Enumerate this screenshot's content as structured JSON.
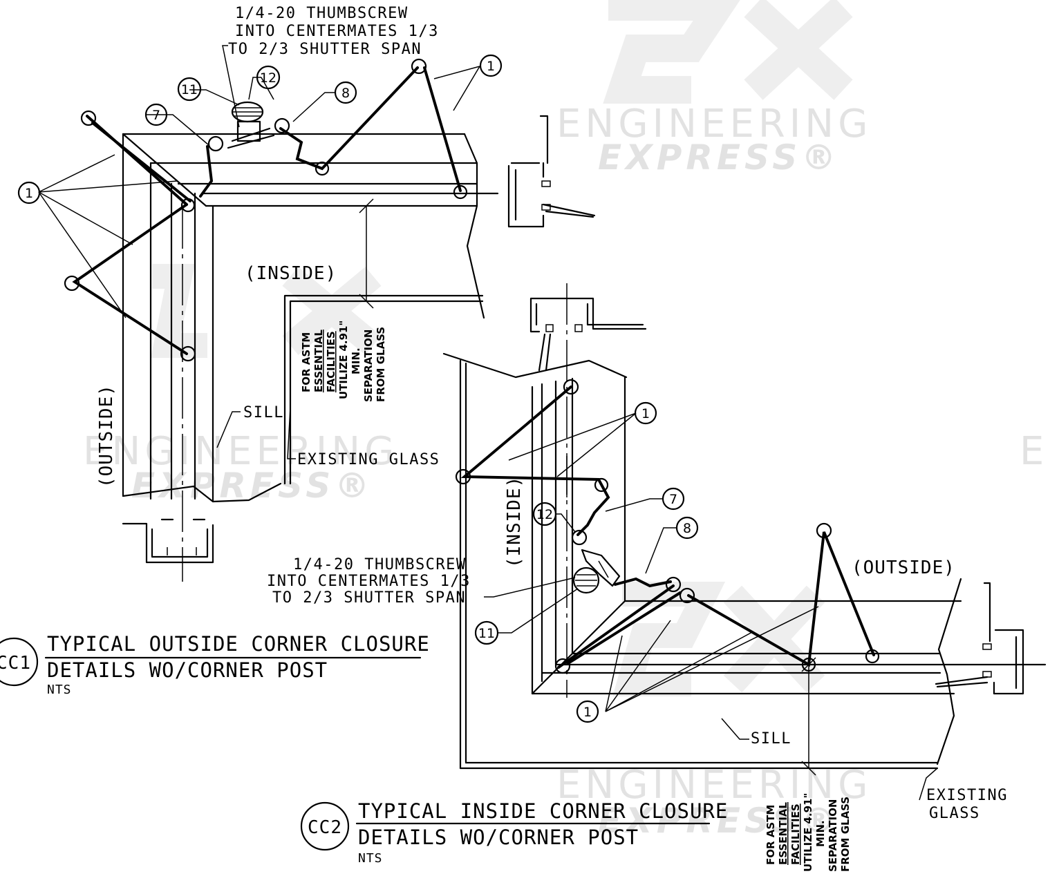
{
  "watermark": {
    "line1": "ENGINEERING",
    "line2": "EXPRESS®",
    "edge": "E"
  },
  "detail_cc1": {
    "tag": "CC1",
    "title_line1": "TYPICAL OUTSIDE CORNER CLOSURE",
    "title_line2": "DETAILS WO/CORNER POST",
    "scale": "NTS",
    "thumbscrew": [
      "1/4-20 THUMBSCREW",
      "INTO CENTERMATES 1/3",
      "TO 2/3 SHUTTER SPAN"
    ],
    "inside": "(INSIDE)",
    "outside": "(OUTSIDE)",
    "sill": "SILL",
    "existing_glass": "EXISTING GLASS",
    "astm_note": [
      "FOR ASTM",
      "ESSENTIAL",
      "FACILITIES",
      "UTILIZE 4.91\"",
      "MIN.",
      "SEPARATION",
      "FROM GLASS"
    ],
    "callouts": [
      "1",
      "1",
      "7",
      "8",
      "11",
      "12"
    ]
  },
  "detail_cc2": {
    "tag": "CC2",
    "title_line1": "TYPICAL INSIDE CORNER CLOSURE",
    "title_line2": "DETAILS WO/CORNER POST",
    "scale": "NTS",
    "thumbscrew": [
      "1/4-20 THUMBSCREW",
      "INTO CENTERMATES 1/3",
      "TO 2/3 SHUTTER SPAN"
    ],
    "inside": "(INSIDE)",
    "outside": "(OUTSIDE)",
    "sill": "SILL",
    "existing_glass": [
      "EXISTING",
      "GLASS"
    ],
    "astm_note": [
      "FOR ASTM",
      "ESSENTIAL",
      "FACILITIES",
      "UTILIZE 4.91\"",
      "MIN.",
      "SEPARATION",
      "FROM GLASS"
    ],
    "callouts": [
      "1",
      "1",
      "7",
      "8",
      "12",
      "11"
    ]
  }
}
